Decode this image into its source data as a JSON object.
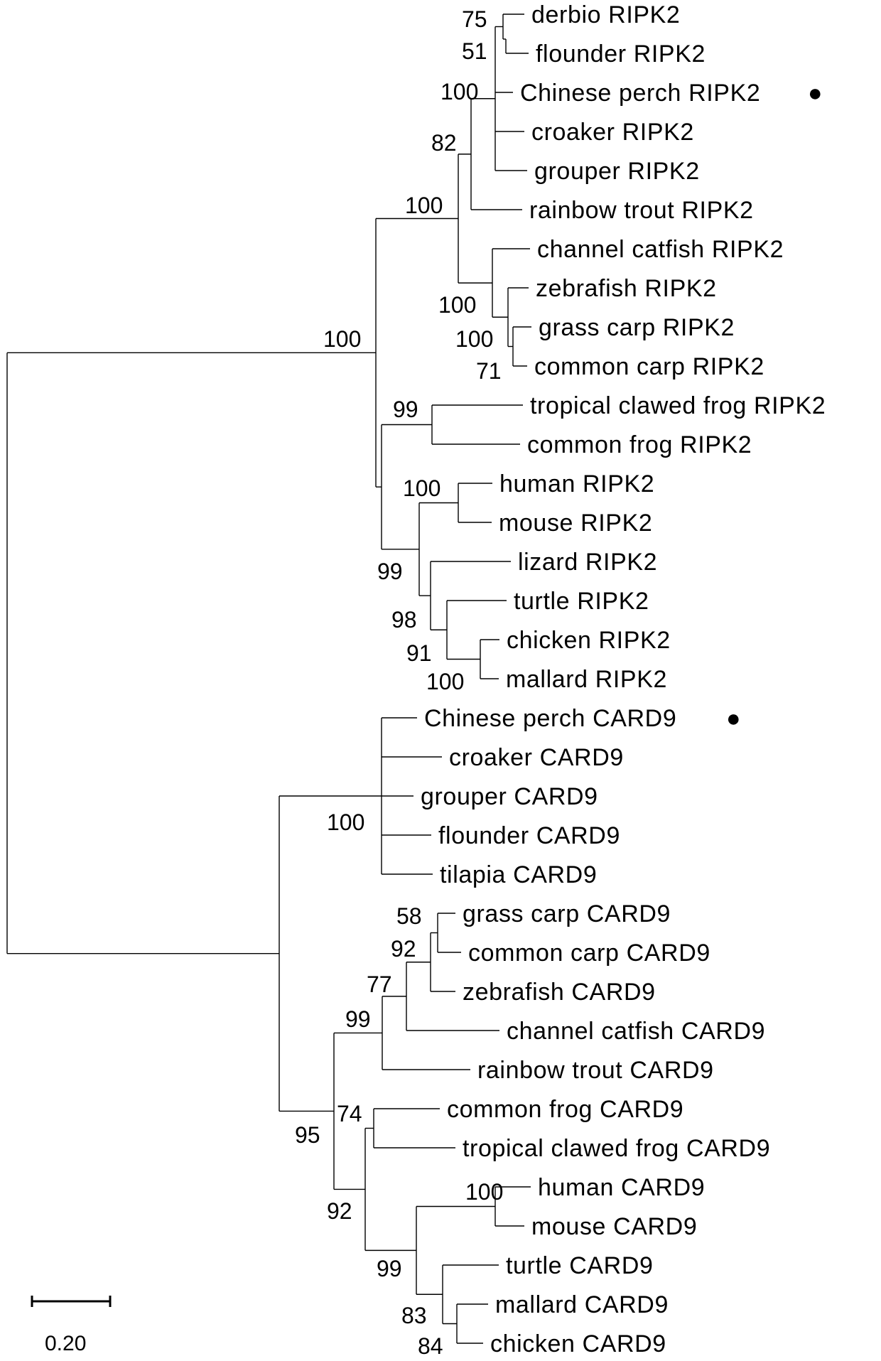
{
  "tree": {
    "leaves": [
      {
        "id": "L1",
        "label": "derbio RIPK2"
      },
      {
        "id": "L2",
        "label": "flounder RIPK2"
      },
      {
        "id": "L3",
        "label": "Chinese perch RIPK2",
        "marked": true
      },
      {
        "id": "L4",
        "label": "croaker RIPK2"
      },
      {
        "id": "L5",
        "label": "grouper RIPK2"
      },
      {
        "id": "L6",
        "label": "rainbow trout RIPK2"
      },
      {
        "id": "L7",
        "label": "channel catfish RIPK2"
      },
      {
        "id": "L8",
        "label": "zebrafish RIPK2"
      },
      {
        "id": "L9",
        "label": "grass carp RIPK2"
      },
      {
        "id": "L10",
        "label": "common carp RIPK2"
      },
      {
        "id": "L11",
        "label": "tropical clawed frog RIPK2"
      },
      {
        "id": "L12",
        "label": "common frog RIPK2"
      },
      {
        "id": "L13",
        "label": "human RIPK2"
      },
      {
        "id": "L14",
        "label": "mouse RIPK2"
      },
      {
        "id": "L15",
        "label": "lizard RIPK2"
      },
      {
        "id": "L16",
        "label": "turtle RIPK2"
      },
      {
        "id": "L17",
        "label": "chicken RIPK2"
      },
      {
        "id": "L18",
        "label": "mallard RIPK2"
      },
      {
        "id": "L19",
        "label": "Chinese perch CARD9",
        "marked": true
      },
      {
        "id": "L20",
        "label": "croaker CARD9"
      },
      {
        "id": "L21",
        "label": "grouper CARD9"
      },
      {
        "id": "L22",
        "label": "flounder CARD9"
      },
      {
        "id": "L23",
        "label": "tilapia CARD9"
      },
      {
        "id": "L24",
        "label": "grass carp CARD9"
      },
      {
        "id": "L25",
        "label": "common carp CARD9"
      },
      {
        "id": "L26",
        "label": "zebrafish CARD9"
      },
      {
        "id": "L27",
        "label": "channel catfish CARD9"
      },
      {
        "id": "L28",
        "label": "rainbow trout CARD9"
      },
      {
        "id": "L29",
        "label": "common frog CARD9"
      },
      {
        "id": "L30",
        "label": "tropical clawed frog CARD9"
      },
      {
        "id": "L31",
        "label": "human CARD9"
      },
      {
        "id": "L32",
        "label": "mouse CARD9"
      },
      {
        "id": "L33",
        "label": "turtle CARD9"
      },
      {
        "id": "L34",
        "label": "mallard CARD9"
      },
      {
        "id": "L35",
        "label": "chicken CARD9"
      }
    ],
    "bootstrap": [
      {
        "node": "N_derbio_flounder",
        "value": "75"
      },
      {
        "node": "N_flounder_sub",
        "value": "51"
      },
      {
        "node": "N_perciform_r",
        "value": "100"
      },
      {
        "node": "N_acanth_r",
        "value": "82"
      },
      {
        "node": "N_fish_r",
        "value": "100"
      },
      {
        "node": "N_cyprin_r",
        "value": "100"
      },
      {
        "node": "N_carp_zf_r",
        "value": "100"
      },
      {
        "node": "N_carp_r",
        "value": "71"
      },
      {
        "node": "N_ripk2",
        "value": "100"
      },
      {
        "node": "N_frog_r",
        "value": "99"
      },
      {
        "node": "N_mammal_r",
        "value": "100"
      },
      {
        "node": "N_amniote_r",
        "value": "99"
      },
      {
        "node": "N_reptbird_r",
        "value": "98"
      },
      {
        "node": "N_turtbird_r",
        "value": "91"
      },
      {
        "node": "N_bird_r",
        "value": "100"
      },
      {
        "node": "N_acanth_c",
        "value": "100"
      },
      {
        "node": "N_carp_c",
        "value": "58"
      },
      {
        "node": "N_carpzf_c",
        "value": "92"
      },
      {
        "node": "N_cyprin_c",
        "value": "77"
      },
      {
        "node": "N_fish_c",
        "value": "99"
      },
      {
        "node": "N_frog_c",
        "value": "74"
      },
      {
        "node": "N_vert_c",
        "value": "95"
      },
      {
        "node": "N_tetra_c",
        "value": "92"
      },
      {
        "node": "N_mammal_c",
        "value": "100"
      },
      {
        "node": "N_amniote_c",
        "value": "99"
      },
      {
        "node": "N_turtbird_c",
        "value": "83"
      },
      {
        "node": "N_bird_c",
        "value": "84"
      }
    ],
    "scale_bar": {
      "value": 0.2,
      "label": "0.20"
    },
    "marker_symbol": "●"
  }
}
